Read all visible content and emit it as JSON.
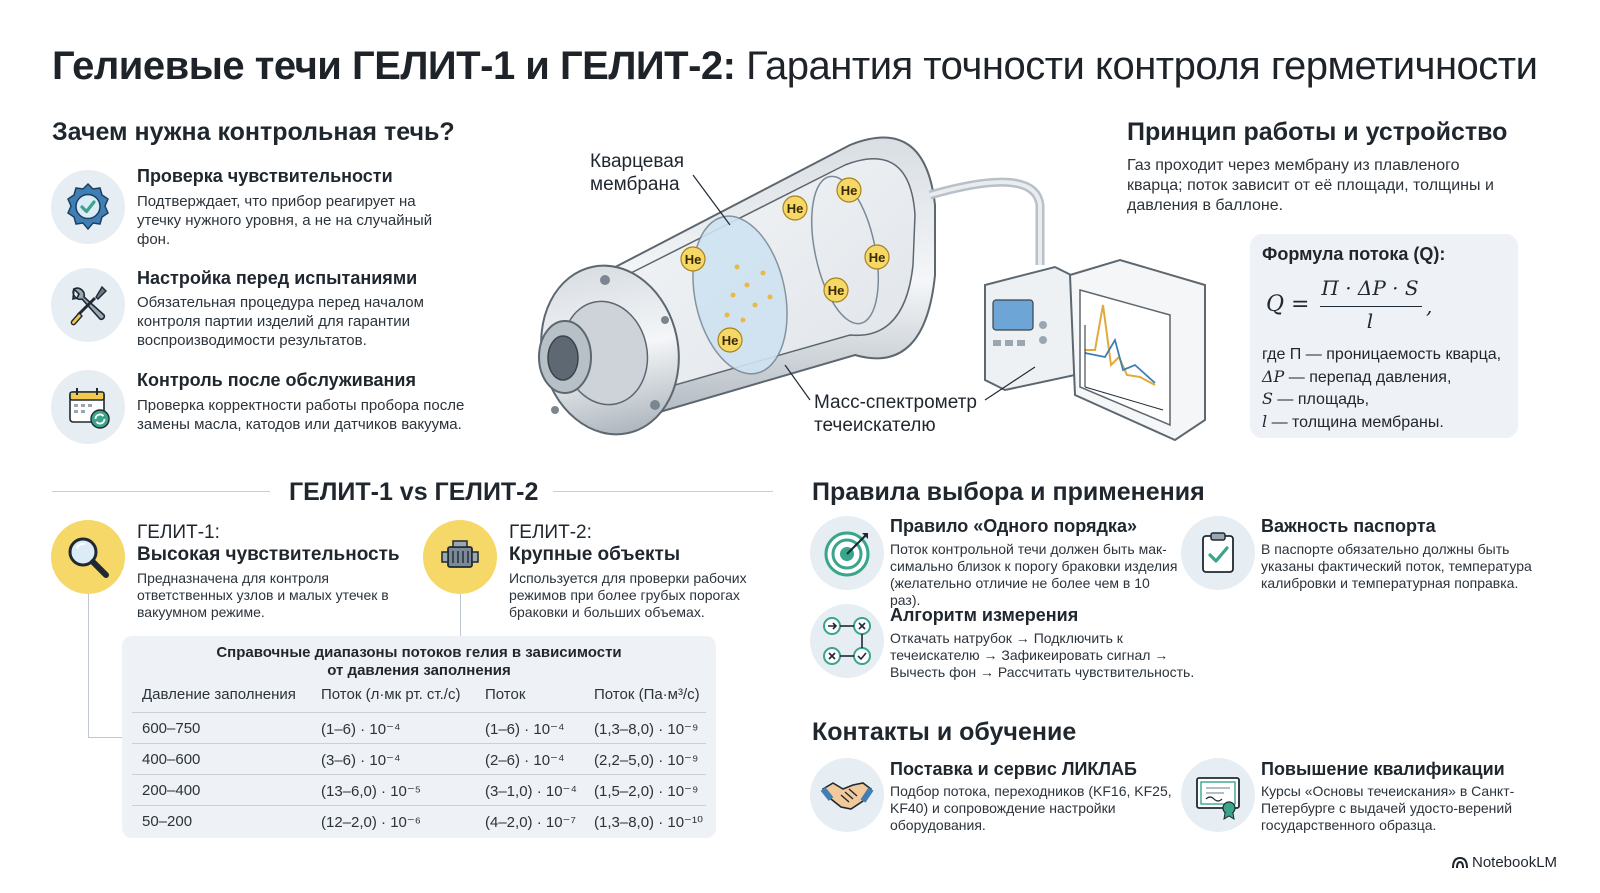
{
  "title": {
    "bold": "Гелиевые течи ГЕЛИТ-1 и ГЕЛИТ-2:",
    "light": "Гарантия точности контроля герметичности"
  },
  "why": {
    "heading": "Зачем нужна контрольная течь?",
    "items": [
      {
        "title": "Проверка чувствительности",
        "text": "Подтверждает, что прибор реагирует на утечку нужного уровня, а не на случайный фон.",
        "icon": "verified-badge-icon"
      },
      {
        "title": "Настройка перед испытаниями",
        "text": "Обязательная процедура перед началом контроля партии изделий для гарантии воспроизводимости результатов.",
        "icon": "wrench-screwdriver-icon"
      },
      {
        "title": "Контроль после обслуживания",
        "text": "Проверка корректности работы пробора после замены масла, катодов или датчиков вакуума.",
        "icon": "calendar-refresh-icon"
      }
    ]
  },
  "diagram": {
    "membrane_label": "Кварцевая мембрана",
    "spectrometer_label": "Масс-спектрометр течеискателю",
    "he_label": "He"
  },
  "principle": {
    "heading": "Принцип работы и устройство",
    "text": "Газ проходит через мембрану из плавленого кварца; поток зависит от её площади, толщины и давления в баллоне.",
    "formula_title": "Формула потока (Q):",
    "formula_lhs": "Q =",
    "formula_num": "Π · ΔP · S",
    "formula_den": "l",
    "formula_tail": ",",
    "where": [
      {
        "sym": "где Π",
        "text": " — проницаемость кварца,"
      },
      {
        "sym": "ΔP",
        "text": " — перепад давления,"
      },
      {
        "sym": "S",
        "text": " — площадь,"
      },
      {
        "sym": "l",
        "text": " — толщина мембраны."
      }
    ]
  },
  "compare": {
    "heading": "ГЕЛИТ-1 vs ГЕЛИТ-2",
    "g1": {
      "name": "ГЕЛИТ-1:",
      "subtitle": "Высокая чувствительность",
      "text": "Предназначена для контроля ответственных узлов и малых утечек в вакуумном режиме.",
      "icon": "magnifier-icon"
    },
    "g2": {
      "name": "ГЕЛИТ-2:",
      "subtitle": "Крупные объекты",
      "text": "Используется для проверки рабочих режимов при более грубых порогах браковки и больших объемах.",
      "icon": "engine-block-icon"
    }
  },
  "table": {
    "title_line1": "Справочные диапазоны потоков гелия в зависимости",
    "title_line2": "от давления заполнения",
    "headers": [
      "Давление заполнения",
      "Поток (л·мк рт. ст./с)",
      "Поток",
      "Поток (Па·м³/с)"
    ],
    "rows": [
      [
        "600–750",
        "(1–6) · 10⁻⁴",
        "(1–6) · 10⁻⁴",
        "(1,3–8,0) · 10⁻⁹"
      ],
      [
        "400–600",
        "(3–6) · 10⁻⁴",
        "(2–6) · 10⁻⁴",
        "(2,2–5,0) · 10⁻⁹"
      ],
      [
        "200–400",
        "(13–6,0) · 10⁻⁵",
        "(3–1,0) · 10⁻⁴",
        "(1,5–2,0) · 10⁻⁹"
      ],
      [
        "50–200",
        "(12–2,0) · 10⁻⁶",
        "(4–2,0) · 10⁻⁷",
        "(1,3–8,0) · 10⁻¹⁰"
      ]
    ]
  },
  "rules": {
    "heading": "Правила выбора и применения",
    "items": [
      {
        "title": "Правило «Одного порядка»",
        "text": "Поток контрольной течи должен быть мак-симально близок к порогу браковки изделия (желательно отличие не более чем в 10 раз).",
        "icon": "target-icon"
      },
      {
        "title": "Важность паспорта",
        "text": "В паспорте обязательно должны быть указаны фактический поток, температура калибровки и температурная поправка.",
        "icon": "clipboard-check-icon"
      },
      {
        "title": "Алгоритм измерения",
        "text": "Откачать натрубок → Подключить к течеискателю → Зафикеировать сигнал → Вычесть фон → Рассчитать чувствительность.",
        "icon": "workflow-icon"
      }
    ]
  },
  "contacts": {
    "heading": "Контакты и обучение",
    "items": [
      {
        "title": "Поставка и сервис ЛИКЛАБ",
        "text": "Подбор потока, переходников (KF16, KF25, KF40) и сопровождение настройки оборудования.",
        "icon": "handshake-icon"
      },
      {
        "title": "Повышение квалификации",
        "text": "Курсы «Основы течеискания» в Санкт-Петербурге с выдачей удосто-верений государственного образца.",
        "icon": "certificate-icon"
      }
    ]
  },
  "watermark": "NotebookLM",
  "colors": {
    "accent_yellow": "#f6d869",
    "icon_bg": "#e6edf3",
    "panel_bg": "#eef1f5",
    "teal": "#3aa58a"
  }
}
